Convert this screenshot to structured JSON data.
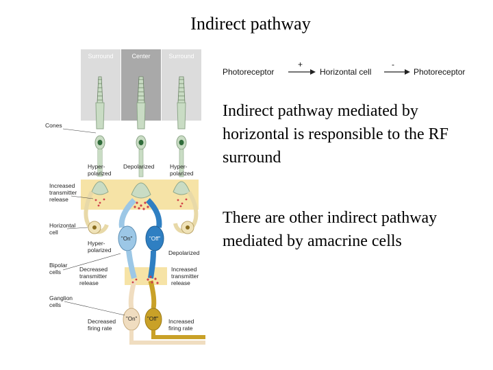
{
  "slide": {
    "title": "Indirect pathway",
    "flow": {
      "node1": "Photoreceptor",
      "sign1": "+",
      "node2": "Horizontal cell",
      "sign2": "-",
      "node3": "Photoreceptor"
    },
    "paragraph1": "Indirect pathway mediated by horizontal is responsible to the RF surround",
    "paragraph2": "There are other indirect pathway mediated by amacrine cells"
  },
  "figure": {
    "header": {
      "surround_left": "Surround",
      "center": "Center",
      "surround_right": "Surround"
    },
    "labels": {
      "cones": "Cones",
      "hyper1_line1": "Hyper-",
      "hyper1_line2": "polarized",
      "depolarized": "Depolarized",
      "hyper2_line1": "Hyper-",
      "hyper2_line2": "polarized",
      "increased_tr_line1": "Increased",
      "increased_tr_line2": "transmitter",
      "increased_tr_line3": "release",
      "horizontal_line1": "Horizontal",
      "horizontal_line2": "cell",
      "on": "\"On\"",
      "off": "\"Off\"",
      "hyper3_line1": "Hyper-",
      "hyper3_line2": "polarized",
      "depolarized2": "Depolarized",
      "bipolar_line1": "Bipolar",
      "bipolar_line2": "cells",
      "decreased_tr_line1": "Decreased",
      "decreased_tr_line2": "transmitter",
      "decreased_tr_line3": "release",
      "increased_tr2_line1": "Increased",
      "increased_tr2_line2": "transmitter",
      "increased_tr2_line3": "release",
      "ganglion_line1": "Ganglion",
      "ganglion_line2": "cells",
      "on2": "\"On\"",
      "off2": "\"Off\"",
      "decreased_fr_line1": "Decreased",
      "decreased_fr_line2": "firing rate",
      "increased_fr_line1": "Increased",
      "increased_fr_line2": "firing rate"
    }
  },
  "colors": {
    "light_panel": "#dcdcdc",
    "center_panel": "#a9a9a9",
    "cone_green": "#c9dcc4",
    "cone_outline": "#8ea78a",
    "synapse_band": "#f6e3a6",
    "on_bipolar": "#9cc7e6",
    "off_bipolar": "#2f7fc2",
    "on_ganglion": "#f0ddc0",
    "off_ganglion": "#c9a128",
    "dots": "#d0414a"
  }
}
